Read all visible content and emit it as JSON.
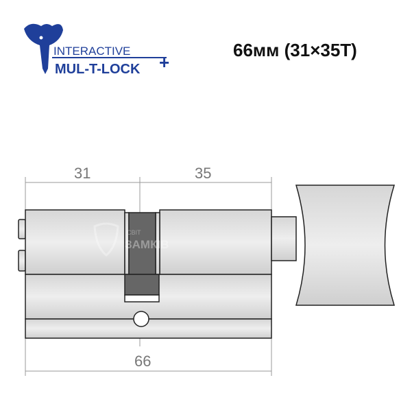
{
  "title": "66мм (31×35T)",
  "logo": {
    "line1": "INTERACTIVE",
    "line2": "MUL-T-LOCK",
    "color": "#1f3f9a"
  },
  "watermark": {
    "line1": "СВІТ",
    "line2": "ЗАМКІВ"
  },
  "dimensions": {
    "left": "31",
    "right": "35",
    "total": "66"
  }
}
